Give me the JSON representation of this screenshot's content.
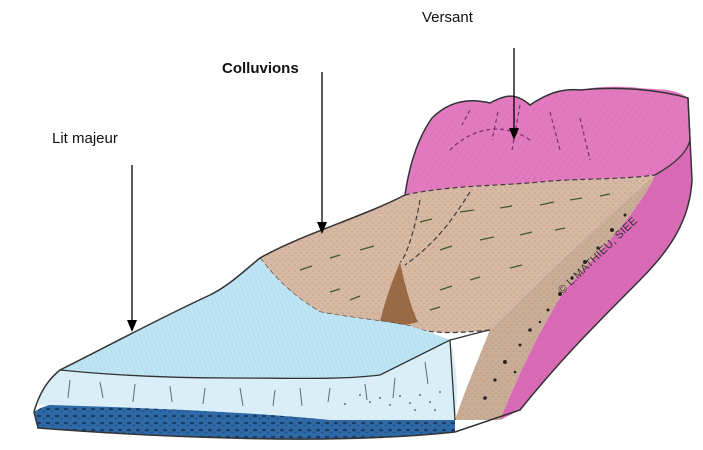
{
  "labels": {
    "versant": "Versant",
    "colluvions": "Colluvions",
    "lit_majeur": "Lit majeur"
  },
  "copyright": "© L.MATHIEU, SIEE",
  "colors": {
    "versant_pink": "#e27ac0",
    "colluvions_tan": "#d7b9a3",
    "lit_majeur_blue": "#bfe4f3",
    "bedrock_blue": "#2f6aa8",
    "soil_brown": "#9a6a45"
  }
}
